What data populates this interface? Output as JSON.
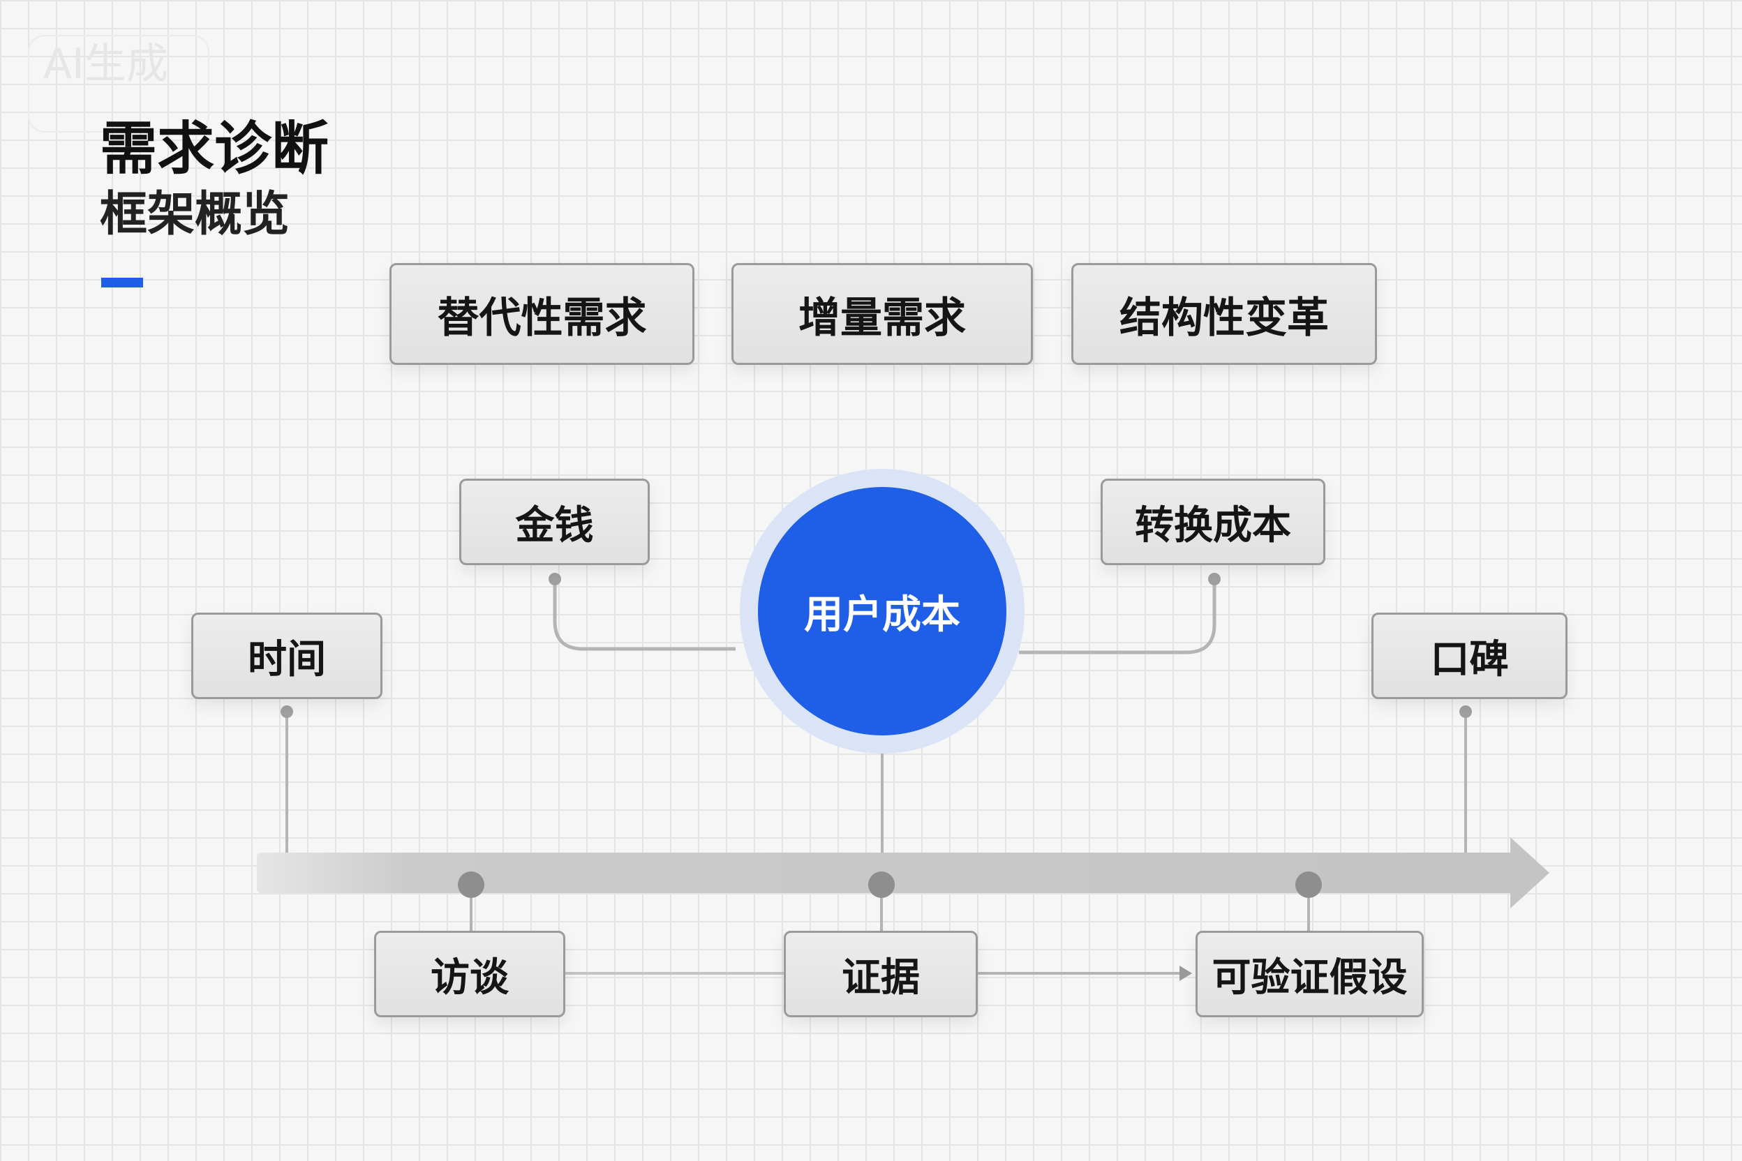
{
  "header": {
    "title": "需求诊断",
    "subtitle": "框架概览",
    "watermark": "AI生成"
  },
  "colors": {
    "accent": "#1f5ee6",
    "hub_halo": "#dbe4f6",
    "timeline": "#c9c9c9",
    "connector": "#b4b4b4",
    "node_border": "#9a9a9a"
  },
  "top_categories": [
    {
      "label": "替代性需求"
    },
    {
      "label": "增量需求"
    },
    {
      "label": "结构性变革"
    }
  ],
  "hub": {
    "label": "用户成本"
  },
  "cost_factors": [
    {
      "label": "金钱"
    },
    {
      "label": "转换成本"
    },
    {
      "label": "时间"
    },
    {
      "label": "口碑"
    }
  ],
  "process_steps": [
    {
      "label": "访谈"
    },
    {
      "label": "证据"
    },
    {
      "label": "可验证假设"
    }
  ]
}
